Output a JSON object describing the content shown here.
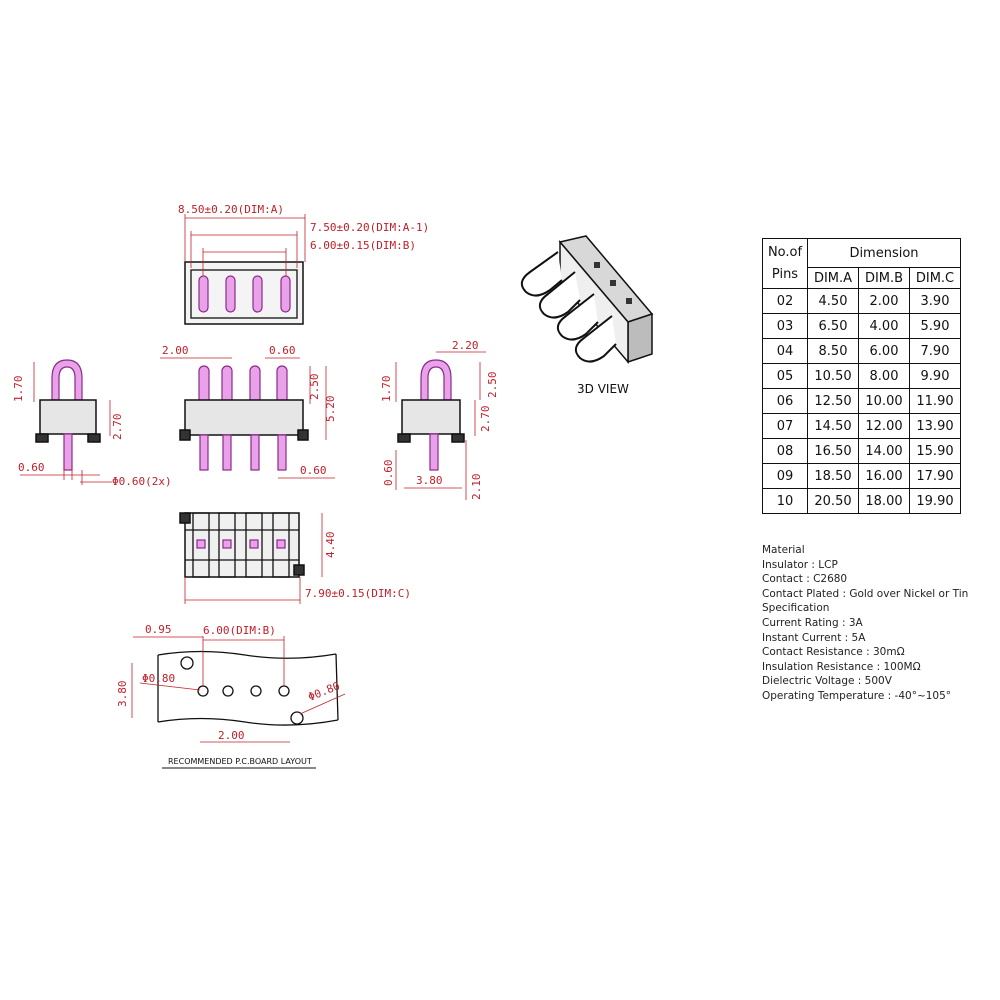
{
  "dims": {
    "dim_a": "8.50±0.20(DIM:A)",
    "dim_a1": "7.50±0.20(DIM:A-1)",
    "dim_b": "6.00±0.15(DIM:B)",
    "front_pitch": "2.00",
    "front_edge": "0.60",
    "front_h1": "2.50",
    "front_h2": "5.20",
    "front_bottom": "0.60",
    "left_h": "1.70",
    "left_body": "2.70",
    "left_bottom": "0.60",
    "pin_dia": "Φ0.60(2x)",
    "right_top": "2.20",
    "right_h1": "2.50",
    "right_h": "1.70",
    "right_body": "2.70",
    "right_bottom": "0.60",
    "right_w": "3.80",
    "right_tail": "2.10",
    "bottom_h": "4.40",
    "dim_c": "7.90±0.15(DIM:C)",
    "pcb_offset": "0.95",
    "pcb_dim_b": "6.00(DIM:B)",
    "pcb_hole1": "Φ0.80",
    "pcb_hole2": "Φ0.80",
    "pcb_height": "3.80",
    "pcb_pitch": "2.00",
    "pcb_caption": "RECOMMENDED P.C.BOARD LAYOUT"
  },
  "view_label": "3D VIEW",
  "table": {
    "head_col1_line1": "No.of",
    "head_col1_line2": "Pins",
    "head_group": "Dimension",
    "head_a": "DIM.A",
    "head_b": "DIM.B",
    "head_c": "DIM.C",
    "rows": [
      [
        "02",
        "4.50",
        "2.00",
        "3.90"
      ],
      [
        "03",
        "6.50",
        "4.00",
        "5.90"
      ],
      [
        "04",
        "8.50",
        "6.00",
        "7.90"
      ],
      [
        "05",
        "10.50",
        "8.00",
        "9.90"
      ],
      [
        "06",
        "12.50",
        "10.00",
        "11.90"
      ],
      [
        "07",
        "14.50",
        "12.00",
        "13.90"
      ],
      [
        "08",
        "16.50",
        "14.00",
        "15.90"
      ],
      [
        "09",
        "18.50",
        "16.00",
        "17.90"
      ],
      [
        "10",
        "20.50",
        "18.00",
        "19.90"
      ]
    ]
  },
  "specs": [
    "Material",
    "Insulator : LCP",
    "Contact : C2680",
    "Contact Plated : Gold over Nickel or Tin",
    "Specification",
    "Current Rating : 3A",
    "Instant Current : 5A",
    "Contact Resistance : 30mΩ",
    "Insulation Resistance : 100MΩ",
    "Dielectric Voltage : 500V",
    "Operating Temperature : -40°~105°"
  ]
}
